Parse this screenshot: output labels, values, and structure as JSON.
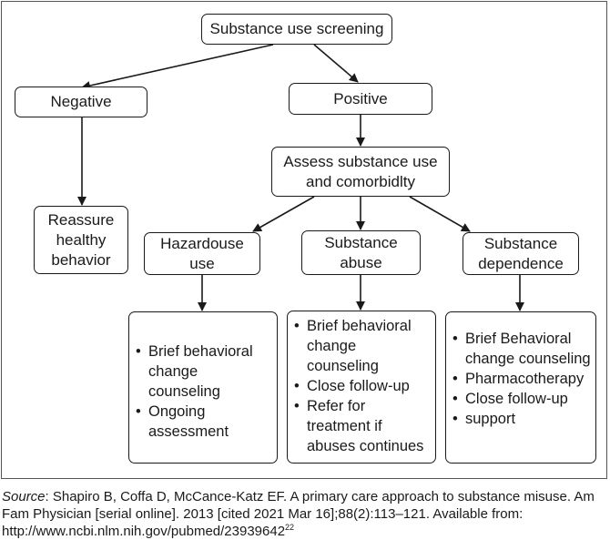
{
  "diagram": {
    "root": "Substance use screening",
    "negative": "Negative",
    "positive": "Positive",
    "reassure": [
      "Reassure",
      "healthy",
      "behavior"
    ],
    "assess": [
      "Assess substance use",
      "and comorbidlty"
    ],
    "hazardous": [
      "Hazardouse",
      "use"
    ],
    "abuse": [
      "Substance",
      "abuse"
    ],
    "dependence": [
      "Substance",
      "dependence"
    ],
    "hazardous_actions": [
      [
        "Brief behavioral",
        "change counseling"
      ],
      [
        "Ongoing",
        "assessment"
      ]
    ],
    "abuse_actions": [
      [
        "Brief behavioral",
        "change counseling"
      ],
      [
        "Close follow-up"
      ],
      [
        "Refer for",
        "treatment if",
        "abuses continues"
      ]
    ],
    "dependence_actions": [
      [
        "Brief Behavioral",
        "change counseling"
      ],
      [
        "Pharmacotherapy"
      ],
      [
        "Close follow-up"
      ],
      [
        "support"
      ]
    ]
  },
  "source": {
    "label": "Source",
    "text": ": Shapiro B, Coffa D, McCance-Katz EF. A primary care approach to substance misuse. Am Fam Physician [serial online]. 2013 [cited 2021 Mar 16];88(2):113–121. Available from: http://www.ncbi.nlm.nih.gov/pubmed/23939642",
    "ref": "22"
  }
}
